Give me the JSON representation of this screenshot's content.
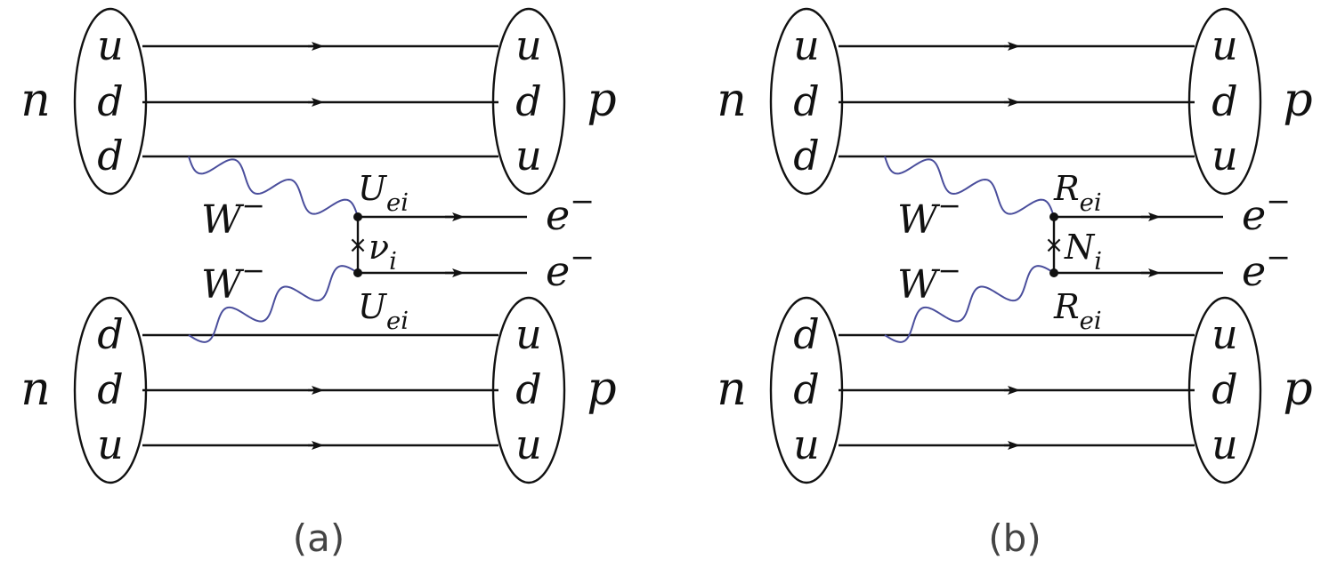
{
  "colors": {
    "ink": "#111111",
    "boson": "#4a4e9c",
    "caption": "#444444"
  },
  "panels": [
    {
      "caption": "(a)",
      "neutron_label": "n",
      "proton_label": "p",
      "top_in_quarks": [
        "u",
        "d",
        "d"
      ],
      "top_out_quarks": [
        "u",
        "d",
        "u"
      ],
      "bottom_in_quarks": [
        "d",
        "d",
        "u"
      ],
      "bottom_out_quarks": [
        "u",
        "d",
        "u"
      ],
      "boson_label": "W",
      "boson_sup": "−",
      "electron_label": "e",
      "electron_sup": "−",
      "mixing_base": "U",
      "mixing_sub": "ei",
      "propagator_base": "ν",
      "propagator_sub": "i",
      "mass_insertion": "×"
    },
    {
      "caption": "(b)",
      "neutron_label": "n",
      "proton_label": "p",
      "top_in_quarks": [
        "u",
        "d",
        "d"
      ],
      "top_out_quarks": [
        "u",
        "d",
        "u"
      ],
      "bottom_in_quarks": [
        "d",
        "d",
        "u"
      ],
      "bottom_out_quarks": [
        "u",
        "d",
        "u"
      ],
      "boson_label": "W",
      "boson_sup": "−",
      "electron_label": "e",
      "electron_sup": "−",
      "mixing_base": "R",
      "mixing_sub": "ei",
      "propagator_base": "N",
      "propagator_sub": "i",
      "mass_insertion": "×"
    }
  ]
}
